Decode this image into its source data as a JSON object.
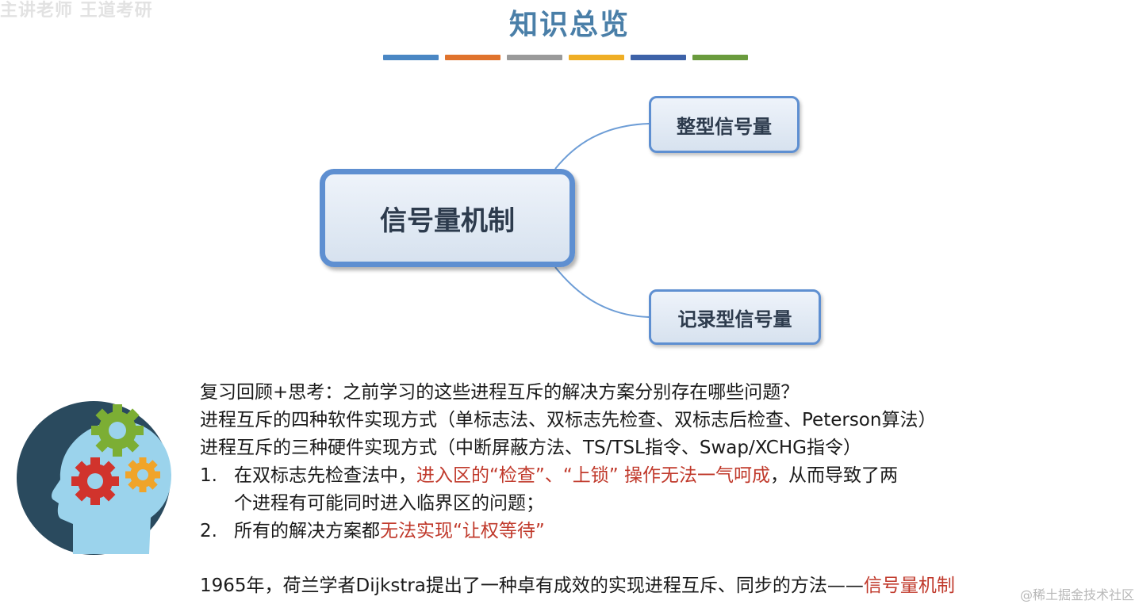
{
  "header": {
    "ghost_text": "主讲老师 王道考研",
    "title": "知识总览",
    "bar_colors": [
      "#4a87c4",
      "#e0732d",
      "#9a9a9a",
      "#efae25",
      "#3d62a8",
      "#6a9b3d"
    ]
  },
  "mindmap": {
    "center": "信号量机制",
    "branches": [
      "整型信号量",
      "记录型信号量"
    ]
  },
  "content": {
    "line1": "复习回顾+思考：之前学习的这些进程互斥的解决方案分别存在哪些问题？",
    "line2": "进程互斥的四种软件实现方式（单标志法、双标志先检查、双标志后检查、Peterson算法）",
    "line3": "进程互斥的三种硬件实现方式（中断屏蔽方法、TS/TSL指令、Swap/XCHG指令）",
    "item1": {
      "num": "1.",
      "pre": "在双标志先检查法中，",
      "red": "进入区的“检查”、“上锁” 操作无法一气呵成",
      "post": "，从而导致了两",
      "cont": "个进程有可能同时进入临界区的问题；"
    },
    "item2": {
      "num": "2.",
      "pre": "所有的解决方案都",
      "red": "无法实现“让权等待”"
    },
    "line4": {
      "pre": "1965年，荷兰学者Dijkstra提出了一种卓有成效的实现进程互斥、同步的方法——",
      "red": "信号量机制"
    }
  },
  "watermark": "@稀土掘金技术社区",
  "colors": {
    "title": "#4a7fa8",
    "node_border": "#5e8fd1",
    "emphasis_red": "#c0392b",
    "head_dark": "#2a4a5e",
    "head_light": "#9bd3ec",
    "gear_green": "#7cae34",
    "gear_red": "#d1332c",
    "gear_orange": "#f0a429"
  }
}
